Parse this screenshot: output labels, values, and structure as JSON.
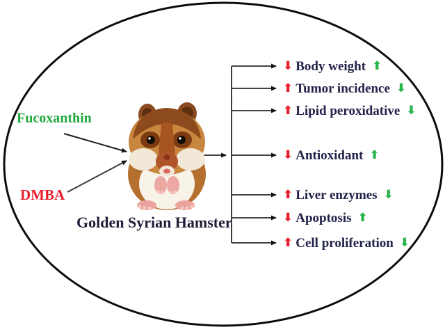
{
  "diagram": {
    "caption": "Golden Syrian Hamster",
    "inputs": {
      "treatment": {
        "label": "Fucoxanthin",
        "color": "#21a83e"
      },
      "carcinogen": {
        "label": "DMBA",
        "color": "#e8202d"
      }
    },
    "legend_semantics": {
      "red_arrow_meaning": "effect of DMBA",
      "green_arrow_meaning": "effect of Fucoxanthin",
      "red": "#e8202d",
      "green": "#28b44b",
      "text_color": "#22224a"
    },
    "outcomes": [
      {
        "label": "Body weight",
        "dmba_direction": "down",
        "fucoxanthin_direction": "up",
        "dmba_arrow": "⬇",
        "fucoxanthin_arrow": "⬆"
      },
      {
        "label": "Tumor incidence",
        "dmba_direction": "up",
        "fucoxanthin_direction": "down",
        "dmba_arrow": "⬆",
        "fucoxanthin_arrow": "⬇"
      },
      {
        "label": "Lipid peroxidative",
        "dmba_direction": "up",
        "fucoxanthin_direction": "down",
        "dmba_arrow": "⬆",
        "fucoxanthin_arrow": "⬇"
      },
      {
        "label": "Antioxidant",
        "dmba_direction": "down",
        "fucoxanthin_direction": "up",
        "dmba_arrow": "⬇",
        "fucoxanthin_arrow": "⬆"
      },
      {
        "label": "Liver enzymes",
        "dmba_direction": "up",
        "fucoxanthin_direction": "down",
        "dmba_arrow": "⬆",
        "fucoxanthin_arrow": "⬇"
      },
      {
        "label": "Apoptosis",
        "dmba_direction": "down",
        "fucoxanthin_direction": "up",
        "dmba_arrow": "⬇",
        "fucoxanthin_arrow": "⬆"
      },
      {
        "label": "Cell proliferation",
        "dmba_direction": "up",
        "fucoxanthin_direction": "down",
        "dmba_arrow": "⬆",
        "fucoxanthin_arrow": "⬇"
      }
    ]
  }
}
